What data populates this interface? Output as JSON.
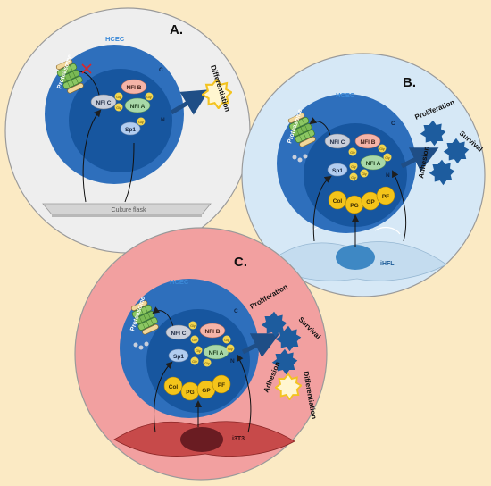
{
  "colors": {
    "background": "#fbeac4",
    "panel_a": "#eeeeee",
    "panel_b": "#d6e8f6",
    "panel_c": "#f2a0a0",
    "cytoplasm": "#2e6fbc",
    "nucleus": "#17569f",
    "hcec_label": "#3c8ad8",
    "nfi_c": "#c9cfdb",
    "nfi_b": "#f5b4a8",
    "nfi_a": "#a8d8a8",
    "sp1": "#b2cdf0",
    "gly": "#f2d54e",
    "matrix_factor": "#f4c41a",
    "proteasome": "#7fbf52",
    "cell_star": "#1d5c9e",
    "differentiation": "#fff6d0",
    "ihfl": "#3e88c4",
    "i3t3": "#6a1c22"
  },
  "panels": {
    "a": {
      "letter": "A.",
      "cell_label": "HCEC",
      "cytoplasm_label": "C",
      "nucleus_label": "N",
      "proteasome": "Proteasome",
      "nfi_c": "NFI C",
      "nfi_b": "NFI B",
      "nfi_a": "NFI A",
      "sp1": "Sp1",
      "gly": "Gly",
      "outcome": "Differentiation",
      "substrate": "Culture flask"
    },
    "b": {
      "letter": "B.",
      "cell_label": "HCEC",
      "cytoplasm_label": "C",
      "nucleus_label": "N",
      "proteasome": "Proteasome",
      "nfi_c": "NFI C",
      "nfi_b": "NFI B",
      "nfi_a": "NFI A",
      "sp1": "Sp1",
      "gly": "Gly",
      "factors": [
        "Col",
        "PG",
        "GP",
        "PF"
      ],
      "outcomes": [
        "Proliferation",
        "Survival",
        "Adhesion"
      ],
      "feeder": "iHFL"
    },
    "c": {
      "letter": "C.",
      "cell_label": "HCEC",
      "cytoplasm_label": "C",
      "nucleus_label": "N",
      "proteasome": "Proteasome",
      "nfi_c": "NFI C",
      "nfi_b": "NFI B",
      "nfi_a": "NFI A",
      "sp1": "Sp1",
      "gly": "Gly",
      "factors": [
        "Col",
        "PG",
        "GP",
        "PF"
      ],
      "outcomes": [
        "Proliferation",
        "Survival",
        "Adhesion",
        "Differentiation"
      ],
      "feeder": "i3T3"
    }
  }
}
